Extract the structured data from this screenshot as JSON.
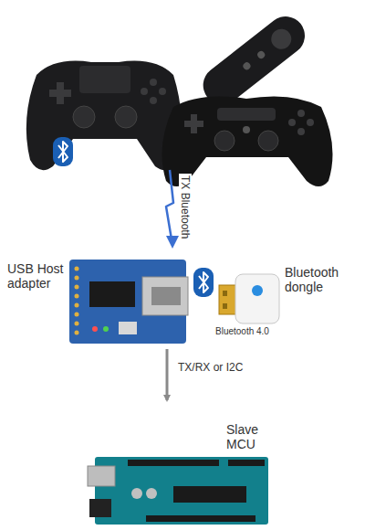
{
  "diagram": {
    "nodes": [
      {
        "text": [
          "USB Host adapter"
        ]
      },
      {
        "text": [
          "Bluetooth dongle",
          "Bluetooth 4.0"
        ]
      },
      {
        "text": [
          "Slave MCU"
        ]
      }
    ],
    "edges": [
      {
        "from": 0,
        "to": 2,
        "label": "TX/RX or I2C",
        "arrow": "to"
      }
    ],
    "labels": [
      "TX Bluetooth"
    ]
  }
}
